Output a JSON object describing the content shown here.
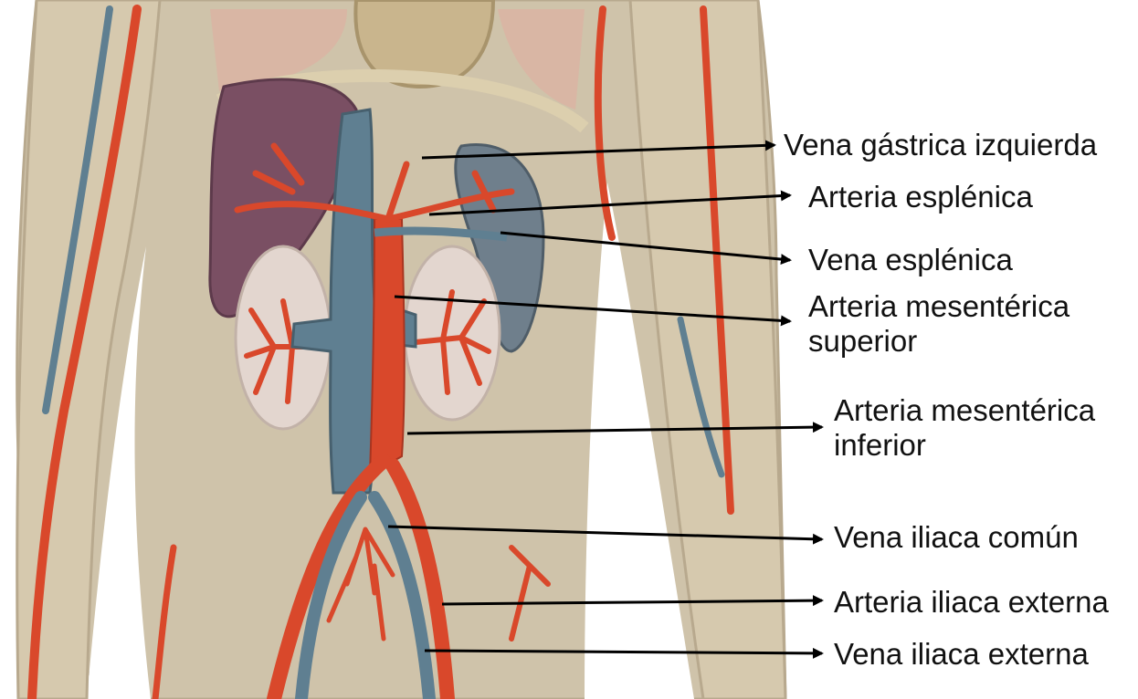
{
  "figure": {
    "language": "es",
    "labels": [
      {
        "id": "vena-gastrica-izquierda",
        "text": "Vena gástrica izquierda"
      },
      {
        "id": "arteria-esplenica",
        "text": "Arteria esplénica"
      },
      {
        "id": "vena-esplenica",
        "text": "Vena esplénica"
      },
      {
        "id": "arteria-mesenterica-superior",
        "text": "Arteria mesentérica\nsuperior"
      },
      {
        "id": "arteria-mesenterica-inferior",
        "text": "Arteria mesentérica\ninferior"
      },
      {
        "id": "vena-iliaca-comun",
        "text": "Vena iliaca común"
      },
      {
        "id": "arteria-iliaca-externa",
        "text": "Arteria iliaca externa"
      },
      {
        "id": "vena-iliaca-externa",
        "text": "Vena iliaca externa"
      }
    ]
  },
  "colors": {
    "background": "#ffffff",
    "body_beige": "#cfc3aa",
    "artery_red": "#d9482b",
    "vein_blue": "#5f7f91",
    "spleen_gray": "#6f7f8c",
    "liver_purple": "#7a4f63",
    "kidney_pale": "#e3d6cf",
    "leader_line": "#000000"
  }
}
